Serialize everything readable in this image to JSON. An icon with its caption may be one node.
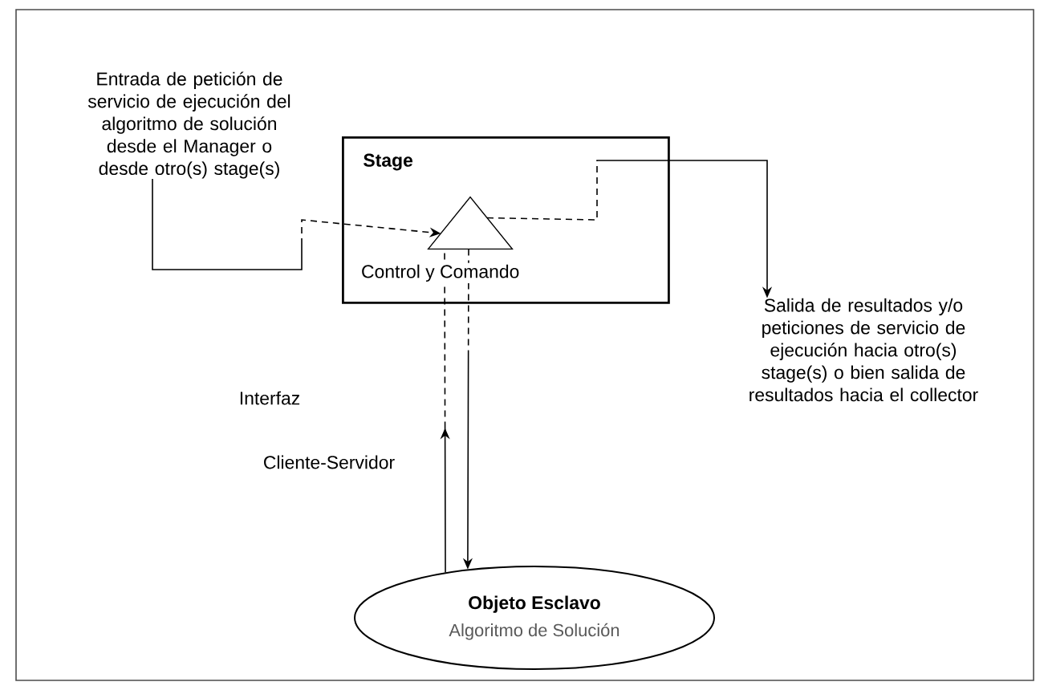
{
  "diagram": {
    "nodes": [
      {
        "text": [
          "Stage"
        ]
      },
      {
        "text": [],
        "shape": "triangle",
        "in": 0,
        "beside": [
          "Control y Comando"
        ]
      },
      {
        "text": [
          "Entrada de petición de servicio de ejecución del algoritmo de solución desde el Manager o desde otro(s) stage(s)"
        ]
      },
      {
        "text": [
          "Salida de resultados y/o peticiones de servicio de ejecución hacia otro(s) stage(s) o bien salida de resultados hacia el collector"
        ]
      },
      {
        "text": [
          "Objeto Esclavo",
          "Algoritmo de Solución"
        ]
      }
    ],
    "edges": [
      {
        "from": 2,
        "to": 1,
        "arrow": "to",
        "style": "dashed"
      },
      {
        "from": 1,
        "to": 3,
        "arrow": "to",
        "style": "dashed"
      },
      {
        "from": 4,
        "to": 1,
        "arrow": "to",
        "style": "dashed"
      },
      {
        "from": 1,
        "to": 4,
        "arrow": "to",
        "style": "dashed"
      }
    ],
    "labels": [
      "Interfaz",
      "Cliente-Servidor"
    ]
  }
}
